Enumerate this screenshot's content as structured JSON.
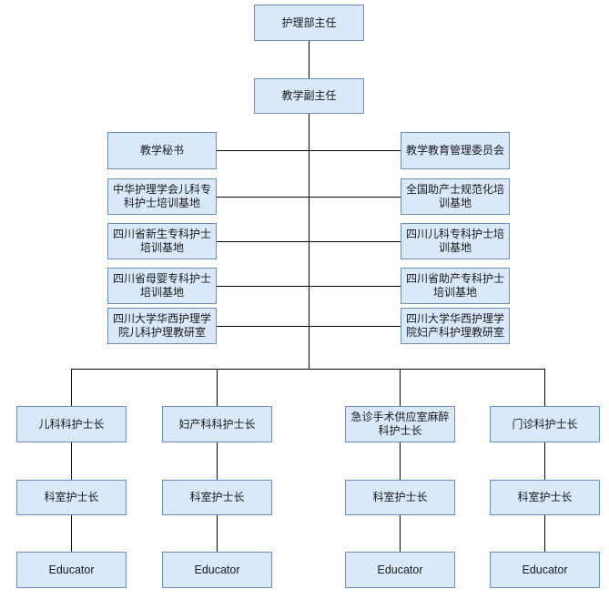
{
  "diagram": {
    "director": "护理部主任",
    "deputy": "教学副主任",
    "left_units": [
      "教学秘书",
      "中华护理学会儿科专科护士培训基地",
      "四川省新生专科护士培训基地",
      "四川省母婴专科护士培训基地",
      "四川大学华西护理学院儿科护理教研室"
    ],
    "right_units": [
      "教学教育管理委员会",
      "全国助产士规范化培训基地",
      "四川儿科专科护士培训基地",
      "四川省助产专科护士培训基地",
      "四川大学华西护理学院妇产科护理教研室"
    ],
    "departments": [
      {
        "head": "儿科科护士长",
        "ward": "科室护士长",
        "educator": "Educator"
      },
      {
        "head": "妇产科科护士长",
        "ward": "科室护士长",
        "educator": "Educator"
      },
      {
        "head": "急诊手术供应室麻醉科护士长",
        "ward": "科室护士长",
        "educator": "Educator"
      },
      {
        "head": "门诊科护士长",
        "ward": "科室护士长",
        "educator": "Educator"
      }
    ]
  },
  "colors": {
    "box_fill": "#dae8fc",
    "box_border": "#6c8ebf",
    "line": "#000000"
  }
}
